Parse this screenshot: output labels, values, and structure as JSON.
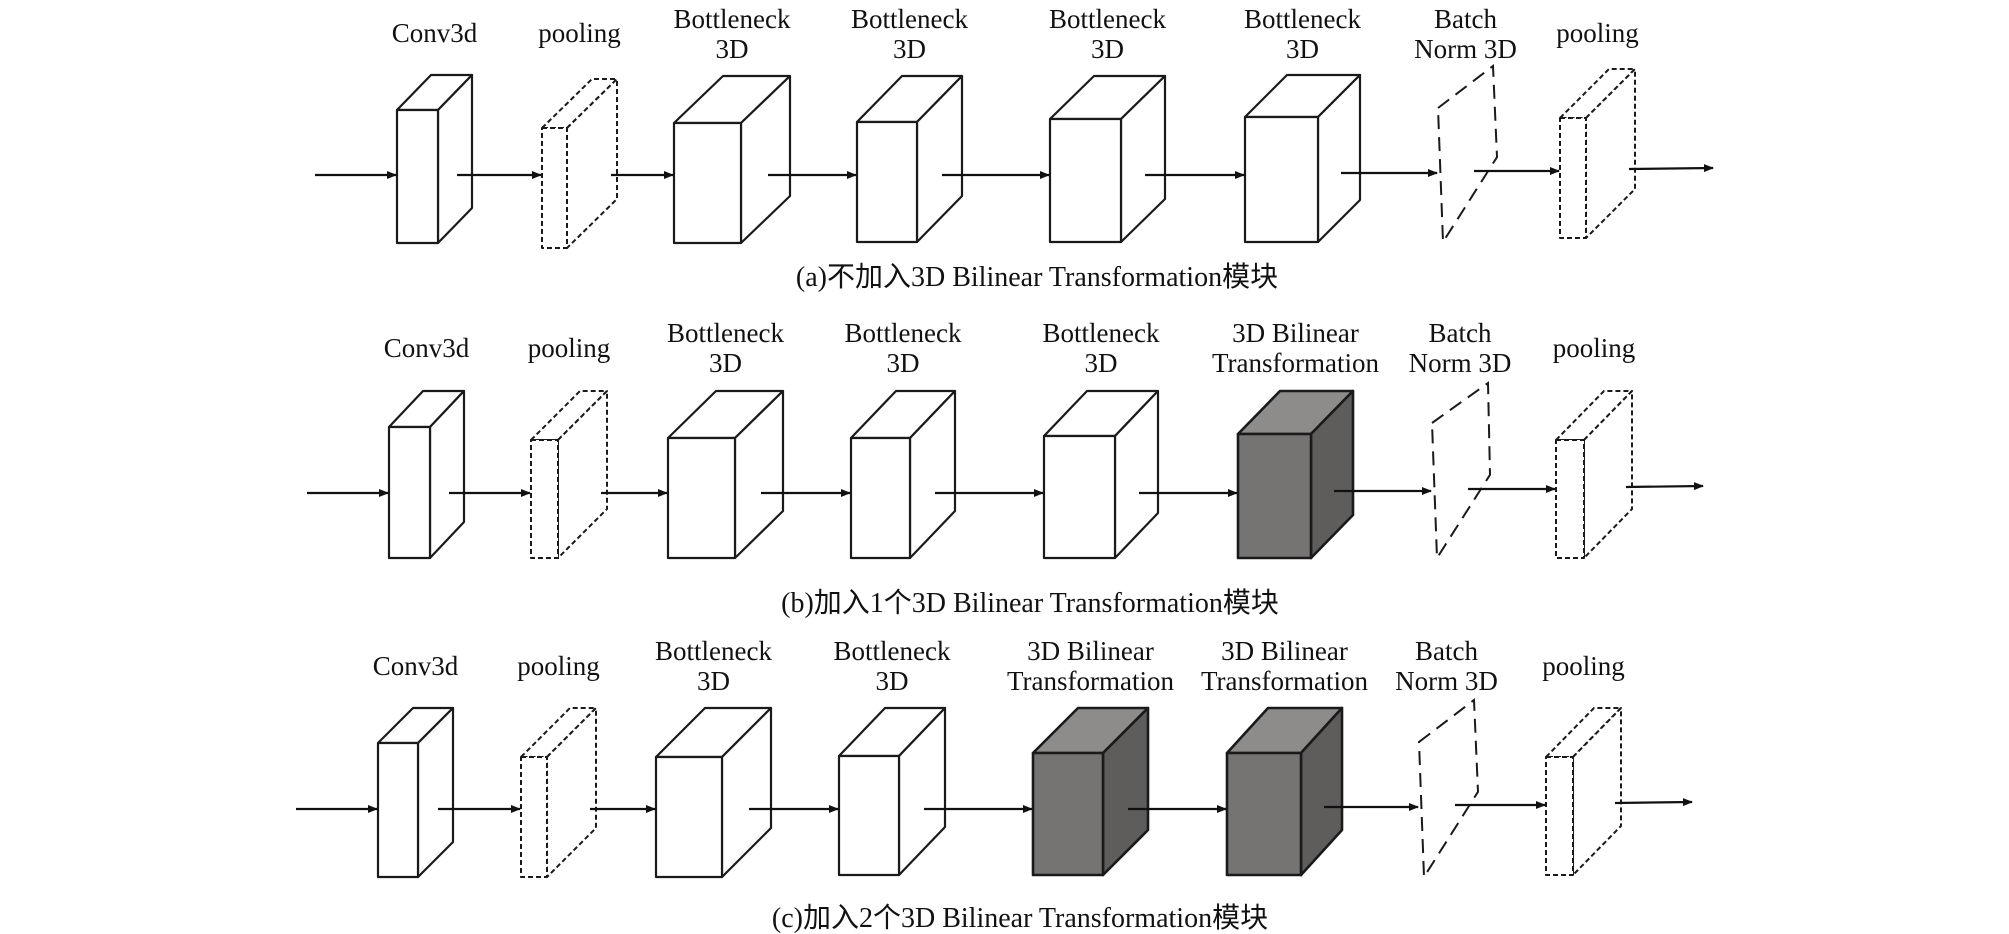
{
  "figure": {
    "colors": {
      "stroke": "#1a1a1a",
      "box_fill": "#ffffff",
      "bilinear_front": "#767373",
      "bilinear_top": "#8e8b8b",
      "bilinear_side": "#5f5c5c"
    },
    "rows": [
      {
        "caption": "(a)不加入3D Bilinear Transformation模块",
        "blocks": [
          {
            "type": "conv",
            "label": [
              "Conv3d"
            ]
          },
          {
            "type": "pool",
            "label": [
              "pooling"
            ]
          },
          {
            "type": "bottleneck",
            "label": [
              "Bottleneck",
              "3D"
            ]
          },
          {
            "type": "bottleneck",
            "label": [
              "Bottleneck",
              "3D"
            ]
          },
          {
            "type": "bottleneck",
            "label": [
              "Bottleneck",
              "3D"
            ]
          },
          {
            "type": "bottleneck",
            "label": [
              "Bottleneck",
              "3D"
            ]
          },
          {
            "type": "batchnorm",
            "label": [
              "Batch",
              "Norm 3D"
            ]
          },
          {
            "type": "pool",
            "label": [
              "pooling"
            ]
          }
        ]
      },
      {
        "caption": "(b)加入1个3D Bilinear Transformation模块",
        "blocks": [
          {
            "type": "conv",
            "label": [
              "Conv3d"
            ]
          },
          {
            "type": "pool",
            "label": [
              "pooling"
            ]
          },
          {
            "type": "bottleneck",
            "label": [
              "Bottleneck",
              "3D"
            ]
          },
          {
            "type": "bottleneck",
            "label": [
              "Bottleneck",
              "3D"
            ]
          },
          {
            "type": "bottleneck",
            "label": [
              "Bottleneck",
              "3D"
            ]
          },
          {
            "type": "bilinear",
            "label": [
              "3D Bilinear",
              "Transformation"
            ]
          },
          {
            "type": "batchnorm",
            "label": [
              "Batch",
              "Norm 3D"
            ]
          },
          {
            "type": "pool",
            "label": [
              "pooling"
            ]
          }
        ]
      },
      {
        "caption": "(c)加入2个3D Bilinear Transformation模块",
        "blocks": [
          {
            "type": "conv",
            "label": [
              "Conv3d"
            ]
          },
          {
            "type": "pool",
            "label": [
              "pooling"
            ]
          },
          {
            "type": "bottleneck",
            "label": [
              "Bottleneck",
              "3D"
            ]
          },
          {
            "type": "bottleneck",
            "label": [
              "Bottleneck",
              "3D"
            ]
          },
          {
            "type": "bilinear",
            "label": [
              "3D Bilinear",
              "Transformation"
            ]
          },
          {
            "type": "bilinear",
            "label": [
              "3D Bilinear",
              "Transformation"
            ]
          },
          {
            "type": "batchnorm",
            "label": [
              "Batch",
              "Norm 3D"
            ]
          },
          {
            "type": "pool",
            "label": [
              "pooling"
            ]
          }
        ]
      }
    ]
  }
}
